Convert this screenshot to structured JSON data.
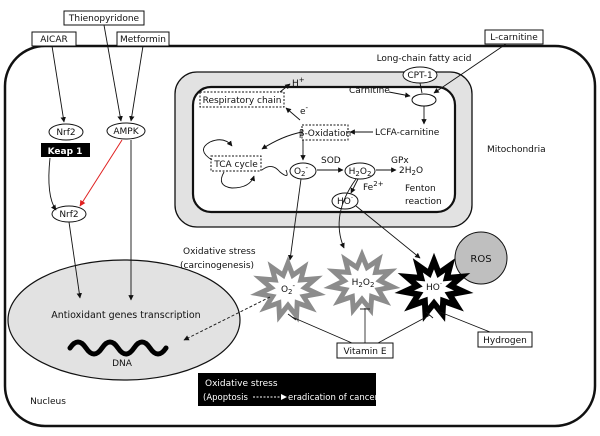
{
  "inputs": {
    "aicar": "AICAR",
    "thienopyridone": "Thienopyridone",
    "metformin": "Metformin",
    "l_carnitine": "L-carnitine",
    "long_chain_fatty_acid": "Long-chain fatty acid",
    "hydrogen": "Hydrogen",
    "vitamin_e": "Vitamin E"
  },
  "pathway": {
    "nrf2_top": "Nrf2",
    "keap1": "Keap 1",
    "ampk": "AMPK",
    "nrf2_bottom": "Nrf2",
    "antioxidant_transcription": "Antioxidant genes transcription",
    "dna": "DNA",
    "nucleus": "Nucleus"
  },
  "mitochondria": {
    "label": "Mitochondria",
    "cpt1": "CPT-1",
    "carnitine": "Carnitine",
    "respiratory_chain": "Respiratory chain",
    "h_plus": "H",
    "h_plus_sup": "+",
    "electron": "e",
    "electron_sup": "-",
    "lcfa_carnitine": "LCFA-carnitine",
    "beta_oxidation": "β-Oxidation",
    "tca_cycle": "TCA cycle",
    "sod": "SOD",
    "gpx": "GPx",
    "superoxide": "O",
    "superoxide_sub": "2",
    "superoxide_sup": "-",
    "h2o2": "H",
    "h2o2_sub1": "2",
    "h2o2_mid": "O",
    "h2o2_sub2": "2",
    "water": "2H",
    "water_sub": "2",
    "water_end": "O",
    "fe": "Fe",
    "fe_sup": "2+",
    "hydroxyl": "HO",
    "hydroxyl_sup": "·",
    "fenton_1": "Fenton",
    "fenton_2": "reaction"
  },
  "stress": {
    "oxidative_1": "Oxidative stress",
    "oxidative_2": "(carcinogenesis)",
    "burst_o2": "O",
    "burst_o2_sub": "2",
    "burst_o2_sup": "-",
    "burst_h2o2": "H",
    "burst_h2o2_sub1": "2",
    "burst_h2o2_mid": "O",
    "burst_h2o2_sub2": "2",
    "burst_ho": "HO",
    "burst_ho_sup": "·",
    "ros": "ROS",
    "box_line1": "Oxidative stress",
    "box_line2_a": "(Apoptosis",
    "box_line2_b": "eradication of cancer"
  },
  "colors": {
    "inhibition_arrow": "#e02020",
    "ros_fill": "#bfbfbf",
    "burst_gray": "#8c8c8c",
    "mito_fill": "#e2e2e2",
    "dark_box": "#000000"
  }
}
